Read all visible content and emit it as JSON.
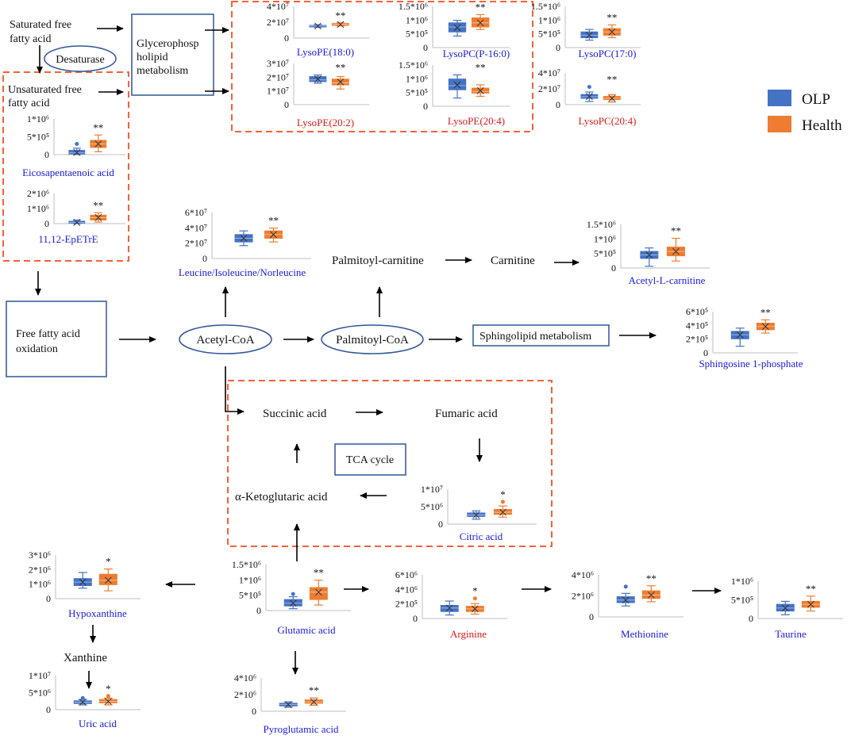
{
  "legend": [
    {
      "name": "OLP",
      "color": "#4472C4"
    },
    {
      "name": "Health",
      "color": "#ED7D31"
    }
  ],
  "colors": {
    "olp": "#4472C4",
    "health": "#ED7D31",
    "dashed_box": "#F4623A",
    "box_border": "#2F5597",
    "blue_label": "#1a1ae6",
    "red_label": "#e01919"
  },
  "nodes": {
    "saturated": [
      "Saturated free",
      "fatty acid"
    ],
    "desaturase": "Desaturase",
    "unsaturated": [
      "Unsaturated free",
      "fatty acid"
    ],
    "glycero": [
      "Glycerophosp",
      "holipid",
      "metabolism"
    ],
    "ffa_oxidation": [
      "Free fatty acid",
      "oxidation"
    ],
    "acetyl_coa": "Acetyl-CoA",
    "palmitoyl_coa": "Palmitoyl-CoA",
    "palmitoyl_carnitine": "Palmitoyl-carnitine",
    "carnitine": "Carnitine",
    "sphingolipid": "Sphingolipid metabolism",
    "succinic": "Succinic acid",
    "fumaric": "Fumaric acid",
    "tca": "TCA cycle",
    "ketoglutaric": "α-Ketoglutaric acid",
    "xanthine": "Xanthine"
  },
  "charts": [
    {
      "id": "lysope180",
      "label": "LysoPE(18:0)",
      "label_color": "blue",
      "ticks": [
        "4*10⁷",
        "2*10⁷",
        "0"
      ],
      "sig": "**",
      "olp": {
        "q1": 0.36,
        "med": 0.38,
        "q3": 0.4,
        "wlo": 0.34,
        "whi": 0.42,
        "mean": 0.38
      },
      "health": {
        "q1": 0.4,
        "med": 0.43,
        "q3": 0.46,
        "wlo": 0.38,
        "whi": 0.48,
        "mean": 0.43
      }
    },
    {
      "id": "lysopcp160",
      "label": "LysoPC(P-16:0)",
      "label_color": "blue",
      "ticks": [
        "1.5*10⁶",
        "1*10⁶",
        "5*10⁵",
        "0"
      ],
      "sig": "**",
      "olp": {
        "q1": 0.38,
        "med": 0.5,
        "q3": 0.6,
        "wlo": 0.28,
        "whi": 0.66,
        "mean": 0.48
      },
      "health": {
        "q1": 0.5,
        "med": 0.6,
        "q3": 0.72,
        "wlo": 0.44,
        "whi": 0.8,
        "mean": 0.6
      }
    },
    {
      "id": "lysopc170",
      "label": "LysoPC(17:0)",
      "label_color": "blue",
      "ticks": [
        "1.5*10⁶",
        "1*10⁶",
        "5*10⁵",
        "0"
      ],
      "sig": "**",
      "olp": {
        "q1": 0.24,
        "med": 0.3,
        "q3": 0.38,
        "wlo": 0.18,
        "whi": 0.44,
        "mean": 0.3
      },
      "health": {
        "q1": 0.3,
        "med": 0.38,
        "q3": 0.46,
        "wlo": 0.24,
        "whi": 0.55,
        "mean": 0.38
      }
    },
    {
      "id": "lysope202",
      "label": "LysoPE(20:2)",
      "label_color": "red",
      "ticks": [
        "3*10⁷",
        "2*10⁷",
        "1*10⁷",
        "0"
      ],
      "sig": "**",
      "olp": {
        "q1": 0.56,
        "med": 0.6,
        "q3": 0.68,
        "wlo": 0.52,
        "whi": 0.72,
        "mean": 0.62
      },
      "health": {
        "q1": 0.48,
        "med": 0.53,
        "q3": 0.62,
        "wlo": 0.38,
        "whi": 0.68,
        "mean": 0.55
      }
    },
    {
      "id": "lysope204",
      "label": "LysoPE(20:4)",
      "label_color": "red",
      "ticks": [
        "1.5*10⁶",
        "1*10⁶",
        "5*10⁵",
        "0"
      ],
      "sig": "**",
      "olp": {
        "q1": 0.4,
        "med": 0.5,
        "q3": 0.66,
        "wlo": 0.2,
        "whi": 0.76,
        "mean": 0.52
      },
      "health": {
        "q1": 0.32,
        "med": 0.36,
        "q3": 0.44,
        "wlo": 0.24,
        "whi": 0.52,
        "mean": 0.38
      }
    },
    {
      "id": "lysopc204",
      "label": "LysoPC(20:4)",
      "label_color": "red",
      "ticks": [
        "4*10⁷",
        "2*10⁷",
        "0"
      ],
      "sig": "**",
      "olp": {
        "q1": 0.2,
        "med": 0.25,
        "q3": 0.32,
        "wlo": 0.1,
        "whi": 0.4,
        "mean": 0.26,
        "outlier": 0.56
      },
      "health": {
        "q1": 0.16,
        "med": 0.2,
        "q3": 0.26,
        "wlo": 0.08,
        "whi": 0.32,
        "mean": 0.2
      }
    },
    {
      "id": "epa",
      "label": "Eicosapentaenoic acid",
      "label_color": "blue",
      "ticks": [
        "1*10⁶",
        "5*10⁵",
        "0"
      ],
      "sig": "**",
      "olp": {
        "q1": 0.02,
        "med": 0.05,
        "q3": 0.12,
        "wlo": 0.0,
        "whi": 0.18,
        "mean": 0.06,
        "outlier": 0.3
      },
      "health": {
        "q1": 0.2,
        "med": 0.3,
        "q3": 0.4,
        "wlo": 0.08,
        "whi": 0.55,
        "mean": 0.3
      }
    },
    {
      "id": "epetre",
      "label": "11,12-EpETrE",
      "label_color": "blue",
      "ticks": [
        "2*10⁶",
        "1*10⁶",
        "0"
      ],
      "sig": "**",
      "olp": {
        "q1": 0.02,
        "med": 0.04,
        "q3": 0.08,
        "wlo": 0.0,
        "whi": 0.12,
        "mean": 0.04
      },
      "health": {
        "q1": 0.12,
        "med": 0.2,
        "q3": 0.28,
        "wlo": 0.05,
        "whi": 0.36,
        "mean": 0.2
      }
    },
    {
      "id": "leucine",
      "label": "Leucine/Isoleucine/Norleucine",
      "label_color": "blue",
      "ticks": [
        "6*10⁷",
        "4*10⁷",
        "2*10⁷",
        "0"
      ],
      "sig": "**",
      "olp": {
        "q1": 0.36,
        "med": 0.44,
        "q3": 0.52,
        "wlo": 0.28,
        "whi": 0.6,
        "mean": 0.44
      },
      "health": {
        "q1": 0.44,
        "med": 0.52,
        "q3": 0.6,
        "wlo": 0.36,
        "whi": 0.66,
        "mean": 0.52
      }
    },
    {
      "id": "acetylcarnitine",
      "label": "Acetyl-L-carnitine",
      "label_color": "blue",
      "ticks": [
        "1.5*10⁶",
        "1*10⁶",
        "5*10⁵",
        "0"
      ],
      "sig": "**",
      "olp": {
        "q1": 0.22,
        "med": 0.3,
        "q3": 0.38,
        "wlo": 0.04,
        "whi": 0.46,
        "mean": 0.3
      },
      "health": {
        "q1": 0.28,
        "med": 0.38,
        "q3": 0.48,
        "wlo": 0.16,
        "whi": 0.68,
        "mean": 0.38
      }
    },
    {
      "id": "s1p",
      "label": "Sphingosine 1-phosphate",
      "label_color": "blue",
      "ticks": [
        "6*10⁵",
        "4*10⁵",
        "2*10⁵",
        "0"
      ],
      "sig": "**",
      "olp": {
        "q1": 0.34,
        "med": 0.44,
        "q3": 0.52,
        "wlo": 0.16,
        "whi": 0.6,
        "mean": 0.44
      },
      "health": {
        "q1": 0.56,
        "med": 0.64,
        "q3": 0.72,
        "wlo": 0.48,
        "whi": 0.8,
        "mean": 0.64
      }
    },
    {
      "id": "citric",
      "label": "Citric acid",
      "label_color": "blue",
      "ticks": [
        "1*10⁷",
        "5*10⁶",
        "0"
      ],
      "sig": "*",
      "olp": {
        "q1": 0.22,
        "med": 0.26,
        "q3": 0.32,
        "wlo": 0.14,
        "whi": 0.38,
        "mean": 0.26
      },
      "health": {
        "q1": 0.28,
        "med": 0.34,
        "q3": 0.42,
        "wlo": 0.2,
        "whi": 0.52,
        "mean": 0.34,
        "outlier": 0.64
      }
    },
    {
      "id": "hypoxanthine",
      "label": "Hypoxanthine",
      "label_color": "blue",
      "ticks": [
        "3*10⁶",
        "2*10⁶",
        "1*10⁶",
        "0"
      ],
      "sig": "*",
      "olp": {
        "q1": 0.3,
        "med": 0.38,
        "q3": 0.46,
        "wlo": 0.24,
        "whi": 0.6,
        "mean": 0.38
      },
      "health": {
        "q1": 0.32,
        "med": 0.42,
        "q3": 0.56,
        "wlo": 0.18,
        "whi": 0.68,
        "mean": 0.42
      }
    },
    {
      "id": "glutamic",
      "label": "Glutamic acid",
      "label_color": "blue",
      "ticks": [
        "1.5*10⁶",
        "1*10⁶",
        "5*10⁵",
        "0"
      ],
      "sig": "**",
      "olp": {
        "q1": 0.1,
        "med": 0.16,
        "q3": 0.24,
        "wlo": 0.04,
        "whi": 0.3,
        "mean": 0.16,
        "outlier": 0.36
      },
      "health": {
        "q1": 0.24,
        "med": 0.4,
        "q3": 0.5,
        "wlo": 0.12,
        "whi": 0.66,
        "mean": 0.4
      }
    },
    {
      "id": "arginine",
      "label": "Arginine",
      "label_color": "red",
      "ticks": [
        "6*10⁶",
        "4*10⁶",
        "2*10⁵",
        "0"
      ],
      "sig": "*",
      "olp": {
        "q1": 0.16,
        "med": 0.24,
        "q3": 0.3,
        "wlo": 0.08,
        "whi": 0.4,
        "mean": 0.24
      },
      "health": {
        "q1": 0.16,
        "med": 0.22,
        "q3": 0.28,
        "wlo": 0.1,
        "whi": 0.34,
        "mean": 0.22,
        "outlier": 0.46
      }
    },
    {
      "id": "methionine",
      "label": "Methionine",
      "label_color": "blue",
      "ticks": [
        "4*10⁶",
        "2*10⁶",
        "0"
      ],
      "sig": "**",
      "olp": {
        "q1": 0.34,
        "med": 0.4,
        "q3": 0.48,
        "wlo": 0.26,
        "whi": 0.56,
        "mean": 0.4,
        "outlier": 0.72
      },
      "health": {
        "q1": 0.44,
        "med": 0.52,
        "q3": 0.62,
        "wlo": 0.36,
        "whi": 0.74,
        "mean": 0.52
      }
    },
    {
      "id": "taurine",
      "label": "Taurine",
      "label_color": "blue",
      "ticks": [
        "1*10⁶",
        "5*10⁵",
        "0"
      ],
      "sig": "**",
      "olp": {
        "q1": 0.2,
        "med": 0.28,
        "q3": 0.38,
        "wlo": 0.1,
        "whi": 0.46,
        "mean": 0.28
      },
      "health": {
        "q1": 0.3,
        "med": 0.38,
        "q3": 0.46,
        "wlo": 0.2,
        "whi": 0.6,
        "mean": 0.38
      }
    },
    {
      "id": "uric",
      "label": "Uric acid",
      "label_color": "blue",
      "ticks": [
        "1*10⁷",
        "5*10⁶",
        "0"
      ],
      "sig": "*",
      "olp": {
        "q1": 0.18,
        "med": 0.22,
        "q3": 0.26,
        "wlo": 0.14,
        "whi": 0.3,
        "mean": 0.22,
        "outlier": 0.34
      },
      "health": {
        "q1": 0.2,
        "med": 0.24,
        "q3": 0.3,
        "wlo": 0.14,
        "whi": 0.34,
        "mean": 0.24,
        "outlier": 0.4
      }
    },
    {
      "id": "pyroglutamic",
      "label": "Pyroglutamic acid",
      "label_color": "blue",
      "ticks": [
        "4*10⁶",
        "2*10⁶",
        "0"
      ],
      "sig": "**",
      "olp": {
        "q1": 0.16,
        "med": 0.2,
        "q3": 0.24,
        "wlo": 0.12,
        "whi": 0.28,
        "mean": 0.2
      },
      "health": {
        "q1": 0.24,
        "med": 0.28,
        "q3": 0.34,
        "wlo": 0.18,
        "whi": 0.4,
        "mean": 0.28
      }
    }
  ]
}
